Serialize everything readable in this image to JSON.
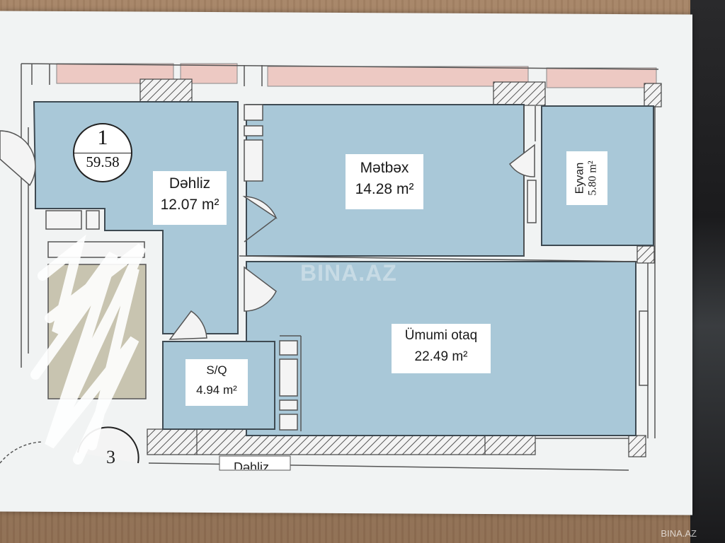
{
  "unit": {
    "number": "1",
    "total_area": "59.58"
  },
  "rooms": [
    {
      "id": "dehliz",
      "name": "Dəhliz",
      "area": "12.07 m²"
    },
    {
      "id": "metbex",
      "name": "Mətbəx",
      "area": "14.28 m²"
    },
    {
      "id": "eyvan",
      "name": "Eyvan",
      "area": "5.80 m²"
    },
    {
      "id": "umumi",
      "name": "Ümumi otaq",
      "area": "22.49 m²"
    },
    {
      "id": "sq",
      "name": "S/Q",
      "area": "4.94 m²"
    }
  ],
  "neighbor": {
    "label_fragment": "Dəhliz",
    "number_fragment": "3"
  },
  "watermark": {
    "center": "BINA.AZ",
    "corner": "BINA.AZ"
  },
  "colors": {
    "room_fill": "#a9c8d8",
    "wall": "#3e4a52",
    "hatch": "#5a5a5a",
    "window_strip": "#edc9c3",
    "paper": "#f1f3f3"
  }
}
